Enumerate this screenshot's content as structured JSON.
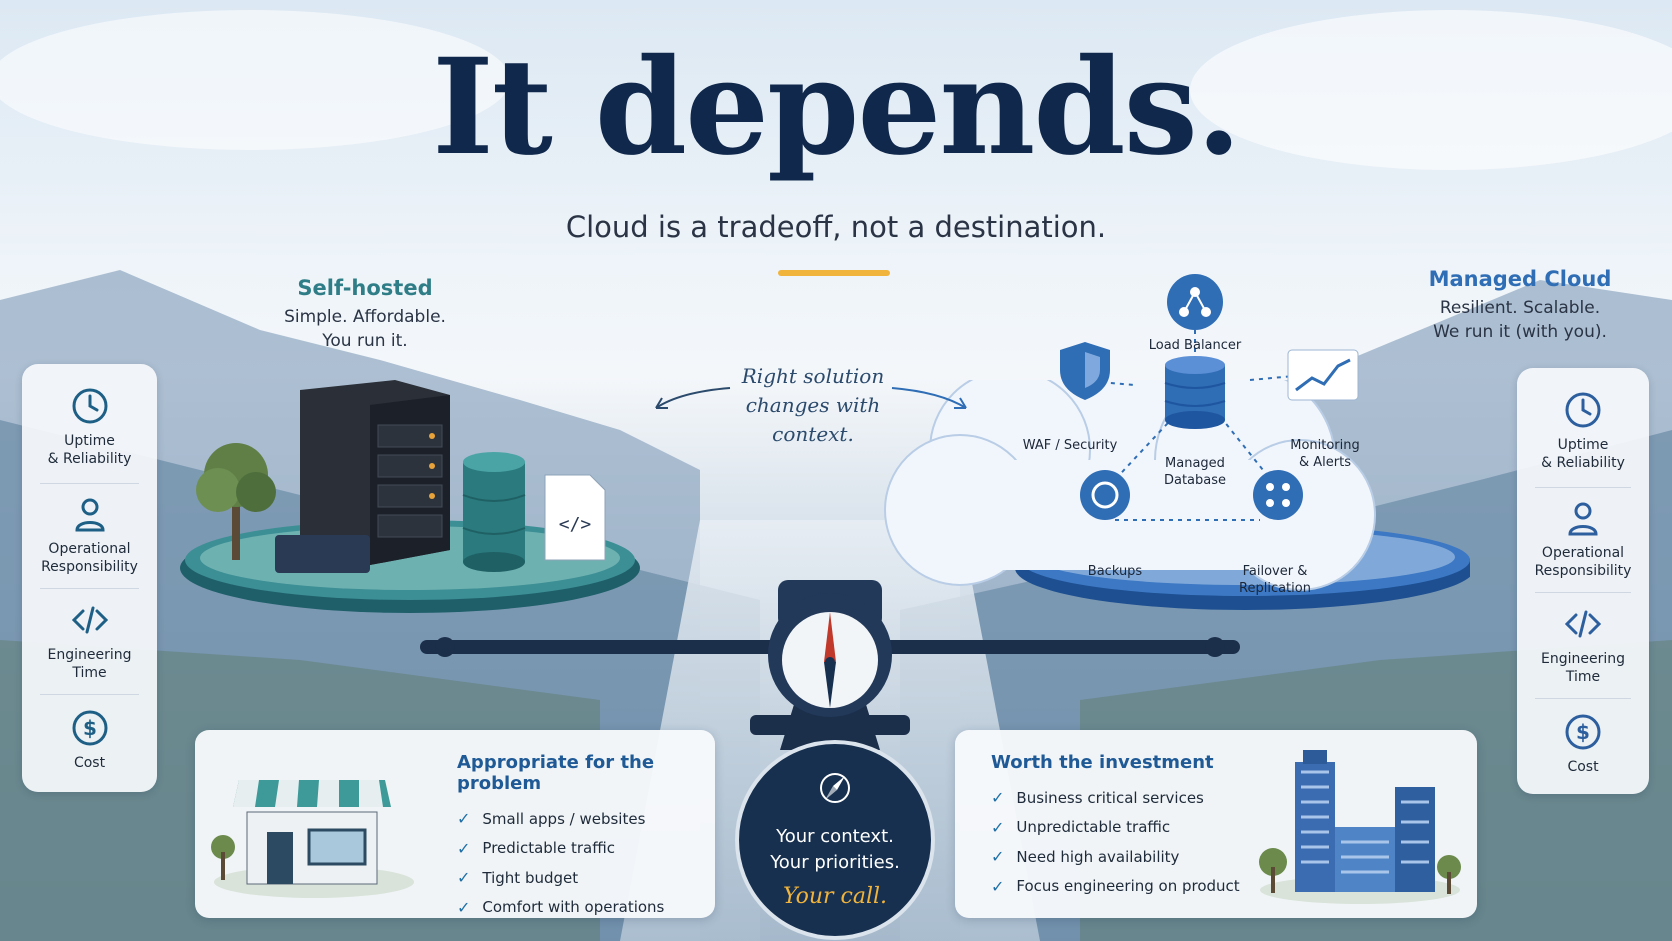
{
  "title": "It depends.",
  "subtitle": "Cloud is a tradeoff, not a destination.",
  "left": {
    "heading": "Self-hosted",
    "line1": "Simple. Affordable.",
    "line2": "You run it."
  },
  "right": {
    "heading": "Managed Cloud",
    "line1": "Resilient. Scalable.",
    "line2": "We run it (with you)."
  },
  "metrics": [
    {
      "icon": "clock-icon",
      "line1": "Uptime",
      "line2": "& Reliability"
    },
    {
      "icon": "person-icon",
      "line1": "Operational",
      "line2": "Responsibility"
    },
    {
      "icon": "code-icon",
      "line1": "Engineering",
      "line2": "Time"
    },
    {
      "icon": "dollar-icon",
      "line1": "Cost",
      "line2": ""
    }
  ],
  "note": {
    "line1": "Right solution",
    "line2": "changes with",
    "line3": "context."
  },
  "cloud_services": {
    "load_balancer": "Load Balancer",
    "waf": "WAF / Security",
    "db_line1": "Managed",
    "db_line2": "Database",
    "mon_line1": "Monitoring",
    "mon_line2": "& Alerts",
    "backups": "Backups",
    "fail_line1": "Failover &",
    "fail_line2": "Replication"
  },
  "left_card": {
    "heading": "Appropriate for the problem",
    "items": [
      "Small apps / websites",
      "Predictable traffic",
      "Tight budget",
      "Comfort with operations"
    ]
  },
  "right_card": {
    "heading": "Worth the investment",
    "items": [
      "Business critical services",
      "Unpredictable traffic",
      "Need high availability",
      "Focus engineering on product"
    ]
  },
  "center": {
    "line1": "Your context.",
    "line2": "Your priorities.",
    "line3": "Your call."
  },
  "colors": {
    "navy": "#10284b",
    "teal": "#2f7d86",
    "blue": "#2f6db5",
    "accent": "#f0b43c"
  }
}
